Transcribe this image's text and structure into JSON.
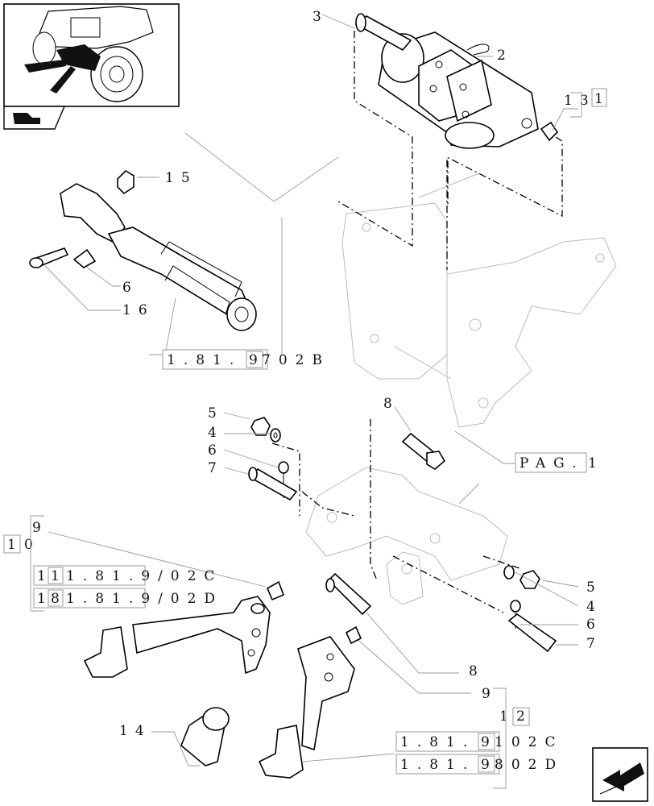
{
  "callouts": [
    {
      "id": "c3",
      "text": "3"
    },
    {
      "id": "c2",
      "text": "2"
    },
    {
      "id": "c131",
      "text": "13"
    },
    {
      "id": "c131b",
      "text": "1"
    },
    {
      "id": "c15",
      "text": "15"
    },
    {
      "id": "c6a",
      "text": "6"
    },
    {
      "id": "c16",
      "text": "16"
    },
    {
      "id": "c8a",
      "text": "8"
    },
    {
      "id": "c5a",
      "text": "5"
    },
    {
      "id": "c4a",
      "text": "4"
    },
    {
      "id": "c6b",
      "text": "6"
    },
    {
      "id": "c7a",
      "text": "7"
    },
    {
      "id": "c9a",
      "text": "9"
    },
    {
      "id": "c10",
      "text": "1"
    },
    {
      "id": "c10b",
      "text": "0"
    },
    {
      "id": "c5b",
      "text": "5"
    },
    {
      "id": "c4b",
      "text": "4"
    },
    {
      "id": "c6c",
      "text": "6"
    },
    {
      "id": "c7b",
      "text": "7"
    },
    {
      "id": "c8b",
      "text": "8"
    },
    {
      "id": "c9b",
      "text": "9"
    },
    {
      "id": "c12",
      "text": "1"
    },
    {
      "id": "c12b",
      "text": "2"
    },
    {
      "id": "c14",
      "text": "14"
    }
  ],
  "references": [
    {
      "id": "r1",
      "prefix": "1.81.",
      "box": "9",
      "suffix": "702B"
    },
    {
      "id": "r2",
      "prefix": "",
      "box": "PAG.",
      "suffix": "1"
    },
    {
      "id": "r3",
      "prefix": "1",
      "box": "1",
      "suffix": "1.81.9/02C"
    },
    {
      "id": "r4",
      "prefix": "1",
      "box": "8",
      "suffix": "1.81.9/02D"
    },
    {
      "id": "r5",
      "prefix": "1.81.",
      "box": "9",
      "suffix": "102C"
    },
    {
      "id": "r6",
      "prefix": "1.81.",
      "box": "9",
      "suffix": "802D"
    }
  ],
  "icons": {
    "thumbnail": "tractor-rear-thumbnail",
    "book": "catalog-book-icon",
    "nav": "next-page-arrow-icon"
  }
}
